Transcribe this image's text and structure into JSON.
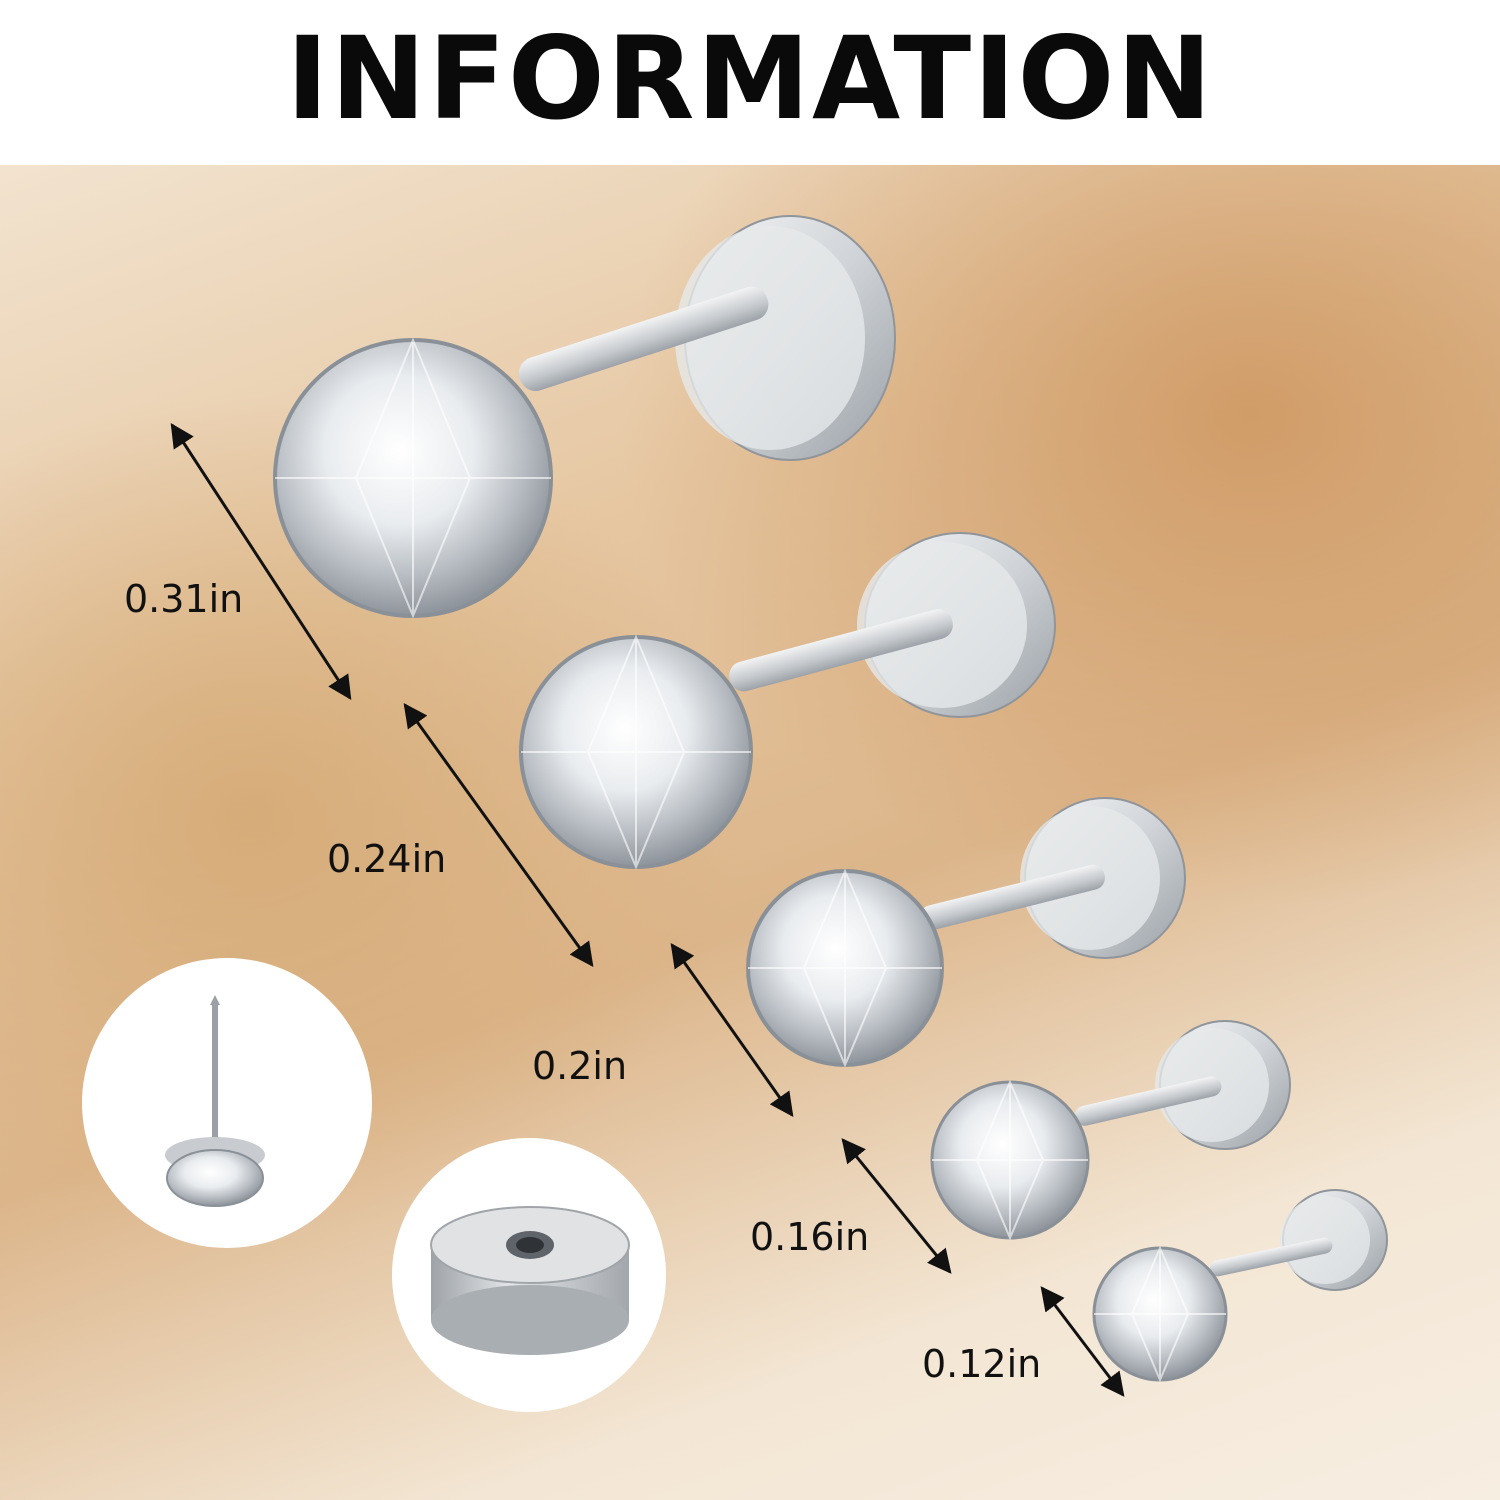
{
  "header": {
    "title": "INFORMATION"
  },
  "sizes": [
    {
      "label": "0.31in"
    },
    {
      "label": "0.24in"
    },
    {
      "label": "0.2in"
    },
    {
      "label": "0.16in"
    },
    {
      "label": "0.12in"
    }
  ],
  "colors": {
    "background_gold": "#dcb58a",
    "metal": "#d7d9dc",
    "text": "#111111"
  }
}
